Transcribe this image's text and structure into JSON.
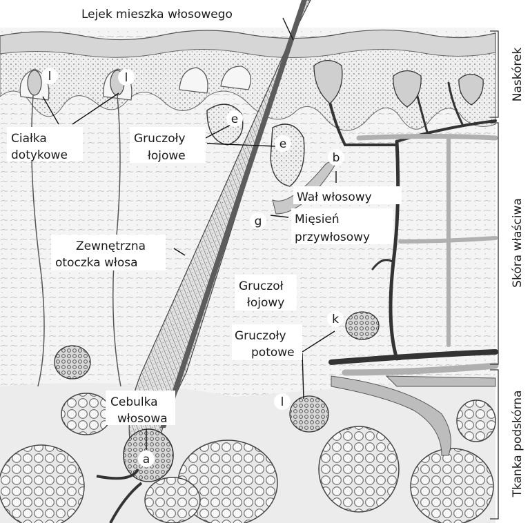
{
  "labels": {
    "lejek": "Lejek mieszka włosowego",
    "cialka_l1": "Ciałka",
    "cialka_l2": "dotykowe",
    "gruczoly_lojowe_l1": "Gruczoły",
    "gruczoly_lojowe_l2": "łojowe",
    "wal": "Wał włosowy",
    "miesien_l1": "Mięsień",
    "miesien_l2": "przywłosowy",
    "zewnetrzna_l1": "Zewnętrzna",
    "zewnetrzna_l2": "otoczka włosa",
    "gruczol_lojowy_l1": "Gruczoł",
    "gruczol_lojowy_l2": "łojowy",
    "gruczoly_potowe_l1": "Gruczoły",
    "gruczoly_potowe_l2": "potowe",
    "cebulka_l1": "Cebulka",
    "cebulka_l2": "włosowa"
  },
  "markers": {
    "l_left1": "l",
    "l_left2": "l",
    "e_upper": "e",
    "e_lower": "e",
    "b": "b",
    "g": "g",
    "k": "k",
    "l_bottom": "l",
    "a": "a"
  },
  "layers": {
    "naskorek": "Naskórek",
    "skora_wlasciwa": "Skóra właściwa",
    "tkanka_podskorna": "Tkanka podskórna"
  }
}
